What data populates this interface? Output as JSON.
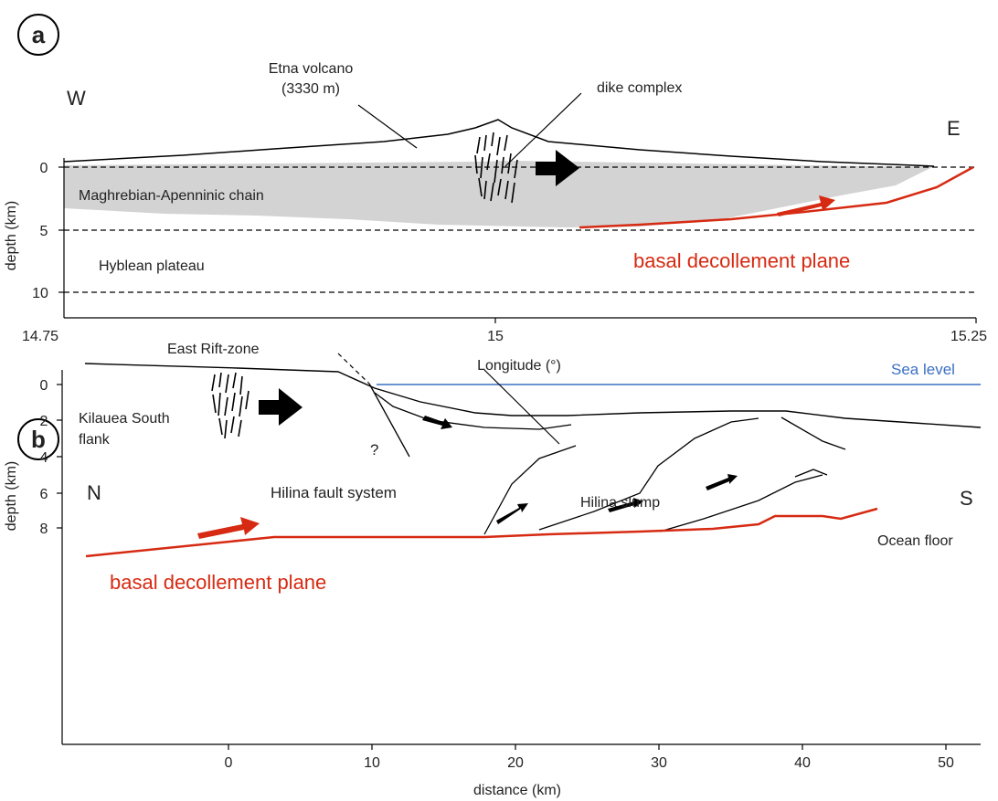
{
  "panel_a": {
    "letter": "a",
    "west_label": "W",
    "east_label": "E",
    "volcano_label_line1": "Etna volcano",
    "volcano_label_line2": "(3330 m)",
    "dike_label": "dike complex",
    "chain_label": "Maghrebian-Apenninic chain",
    "plateau_label": "Hyblean plateau",
    "decollement_label": "basal decollement plane",
    "y_axis_label": "depth (km)",
    "y_ticks": [
      "0",
      "5",
      "10"
    ],
    "x_ticks": [
      "14.75",
      "15",
      "15.25"
    ],
    "x_axis_label": "Longitude (°)"
  },
  "panel_b": {
    "letter": "b",
    "north_label": "N",
    "south_label": "S",
    "fault_label": "Hilina fault system",
    "slump_label": "Hilina slump",
    "rift_label": "East Rift-zone",
    "flank_label_line1": "Kilauea South",
    "flank_label_line2": "flank",
    "sea_level_label": "Sea level",
    "question_mark": "?",
    "ocean_floor_label": "Ocean floor",
    "decollement_label": "basal decollement plane",
    "y_axis_label": "depth (km)",
    "y_ticks": [
      "0",
      "2",
      "4",
      "6",
      "8"
    ],
    "x_ticks": [
      "0",
      "10",
      "20",
      "30",
      "40",
      "50"
    ],
    "x_axis_label": "distance (km)"
  },
  "colors": {
    "decollement": "#d62a12",
    "sea_level": "#3b6fc4",
    "chain_fill": "#d3d3d3",
    "arrow": "#000000"
  }
}
